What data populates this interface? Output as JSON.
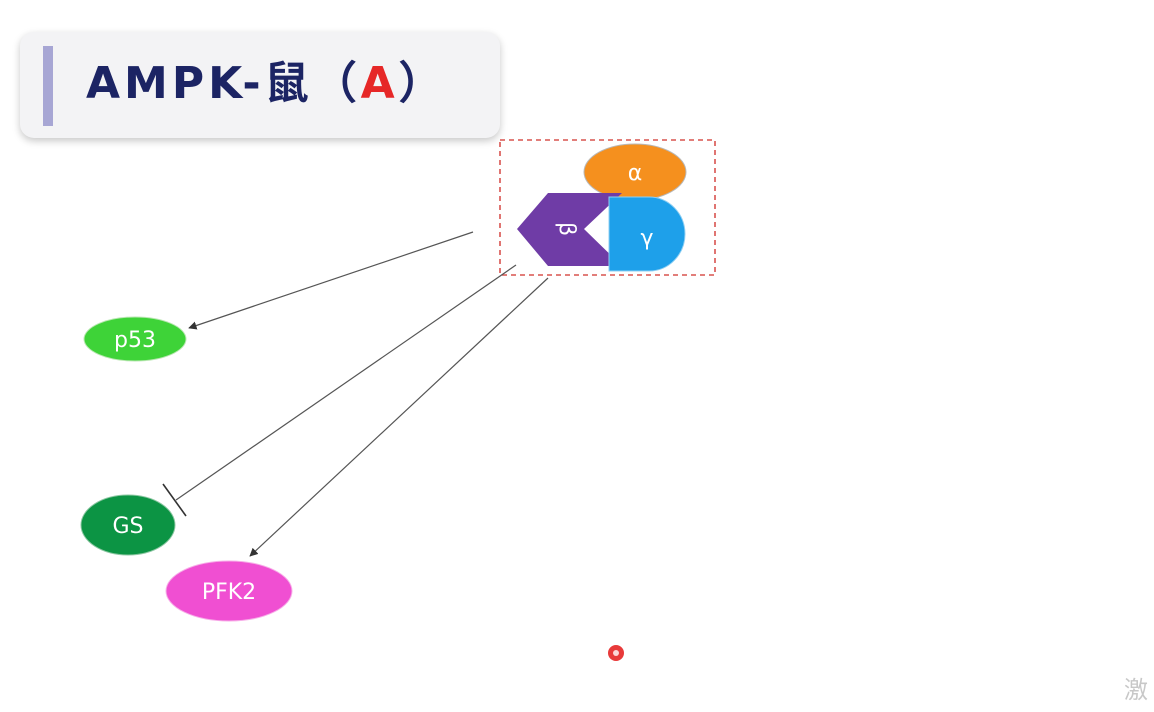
{
  "title": {
    "prefix": "AMPK-鼠（",
    "highlight": "A",
    "suffix": "）",
    "accent_color": "#a7a6d4",
    "text_color": "#1c2464",
    "highlight_color": "#e62727"
  },
  "complex": {
    "alpha_label": "α",
    "beta_label": "β",
    "gamma_label": "γ",
    "colors": {
      "alpha": "#f5901e",
      "beta": "#6f3ca6",
      "gamma": "#1ea0ea",
      "border": "#d9534f"
    }
  },
  "targets": [
    {
      "label": "p53",
      "relation": "activation",
      "color": "#3ed338"
    },
    {
      "label": "GS",
      "relation": "inhibition",
      "color": "#0c9444"
    },
    {
      "label": "PFK2",
      "relation": "activation",
      "color": "#f04fd2"
    }
  ],
  "watermark": "激",
  "pointer_color": "#e41818"
}
